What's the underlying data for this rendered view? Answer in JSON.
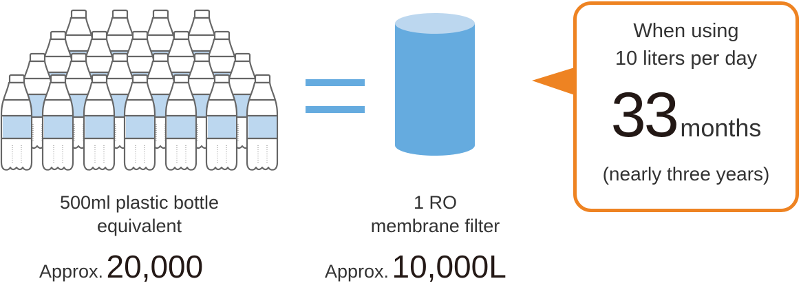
{
  "left_panel": {
    "illustration": "plastic-bottles-grid",
    "bottle_count_drawn": 22,
    "label_line1": "500ml plastic bottle",
    "label_line2": "equivalent",
    "approx_prefix": "Approx.",
    "approx_value": "20,000"
  },
  "operator": {
    "symbol": "="
  },
  "middle_panel": {
    "illustration": "ro-membrane-cylinder",
    "label_line1": "1 RO",
    "label_line2": "membrane filter",
    "approx_prefix": "Approx.",
    "approx_value": "10,000L"
  },
  "callout": {
    "line1": "When using",
    "line2": "10 liters per day",
    "big_number": "33",
    "unit": "months",
    "note": "(nearly three years)"
  },
  "colors": {
    "water_light_blue": "#bcd7ef",
    "filter_blue": "#65abdf",
    "filter_top": "#bcd7ef",
    "bottle_outline": "#666666",
    "callout_orange": "#ee8322",
    "text_dark": "#333333",
    "number_dark": "#231815"
  }
}
